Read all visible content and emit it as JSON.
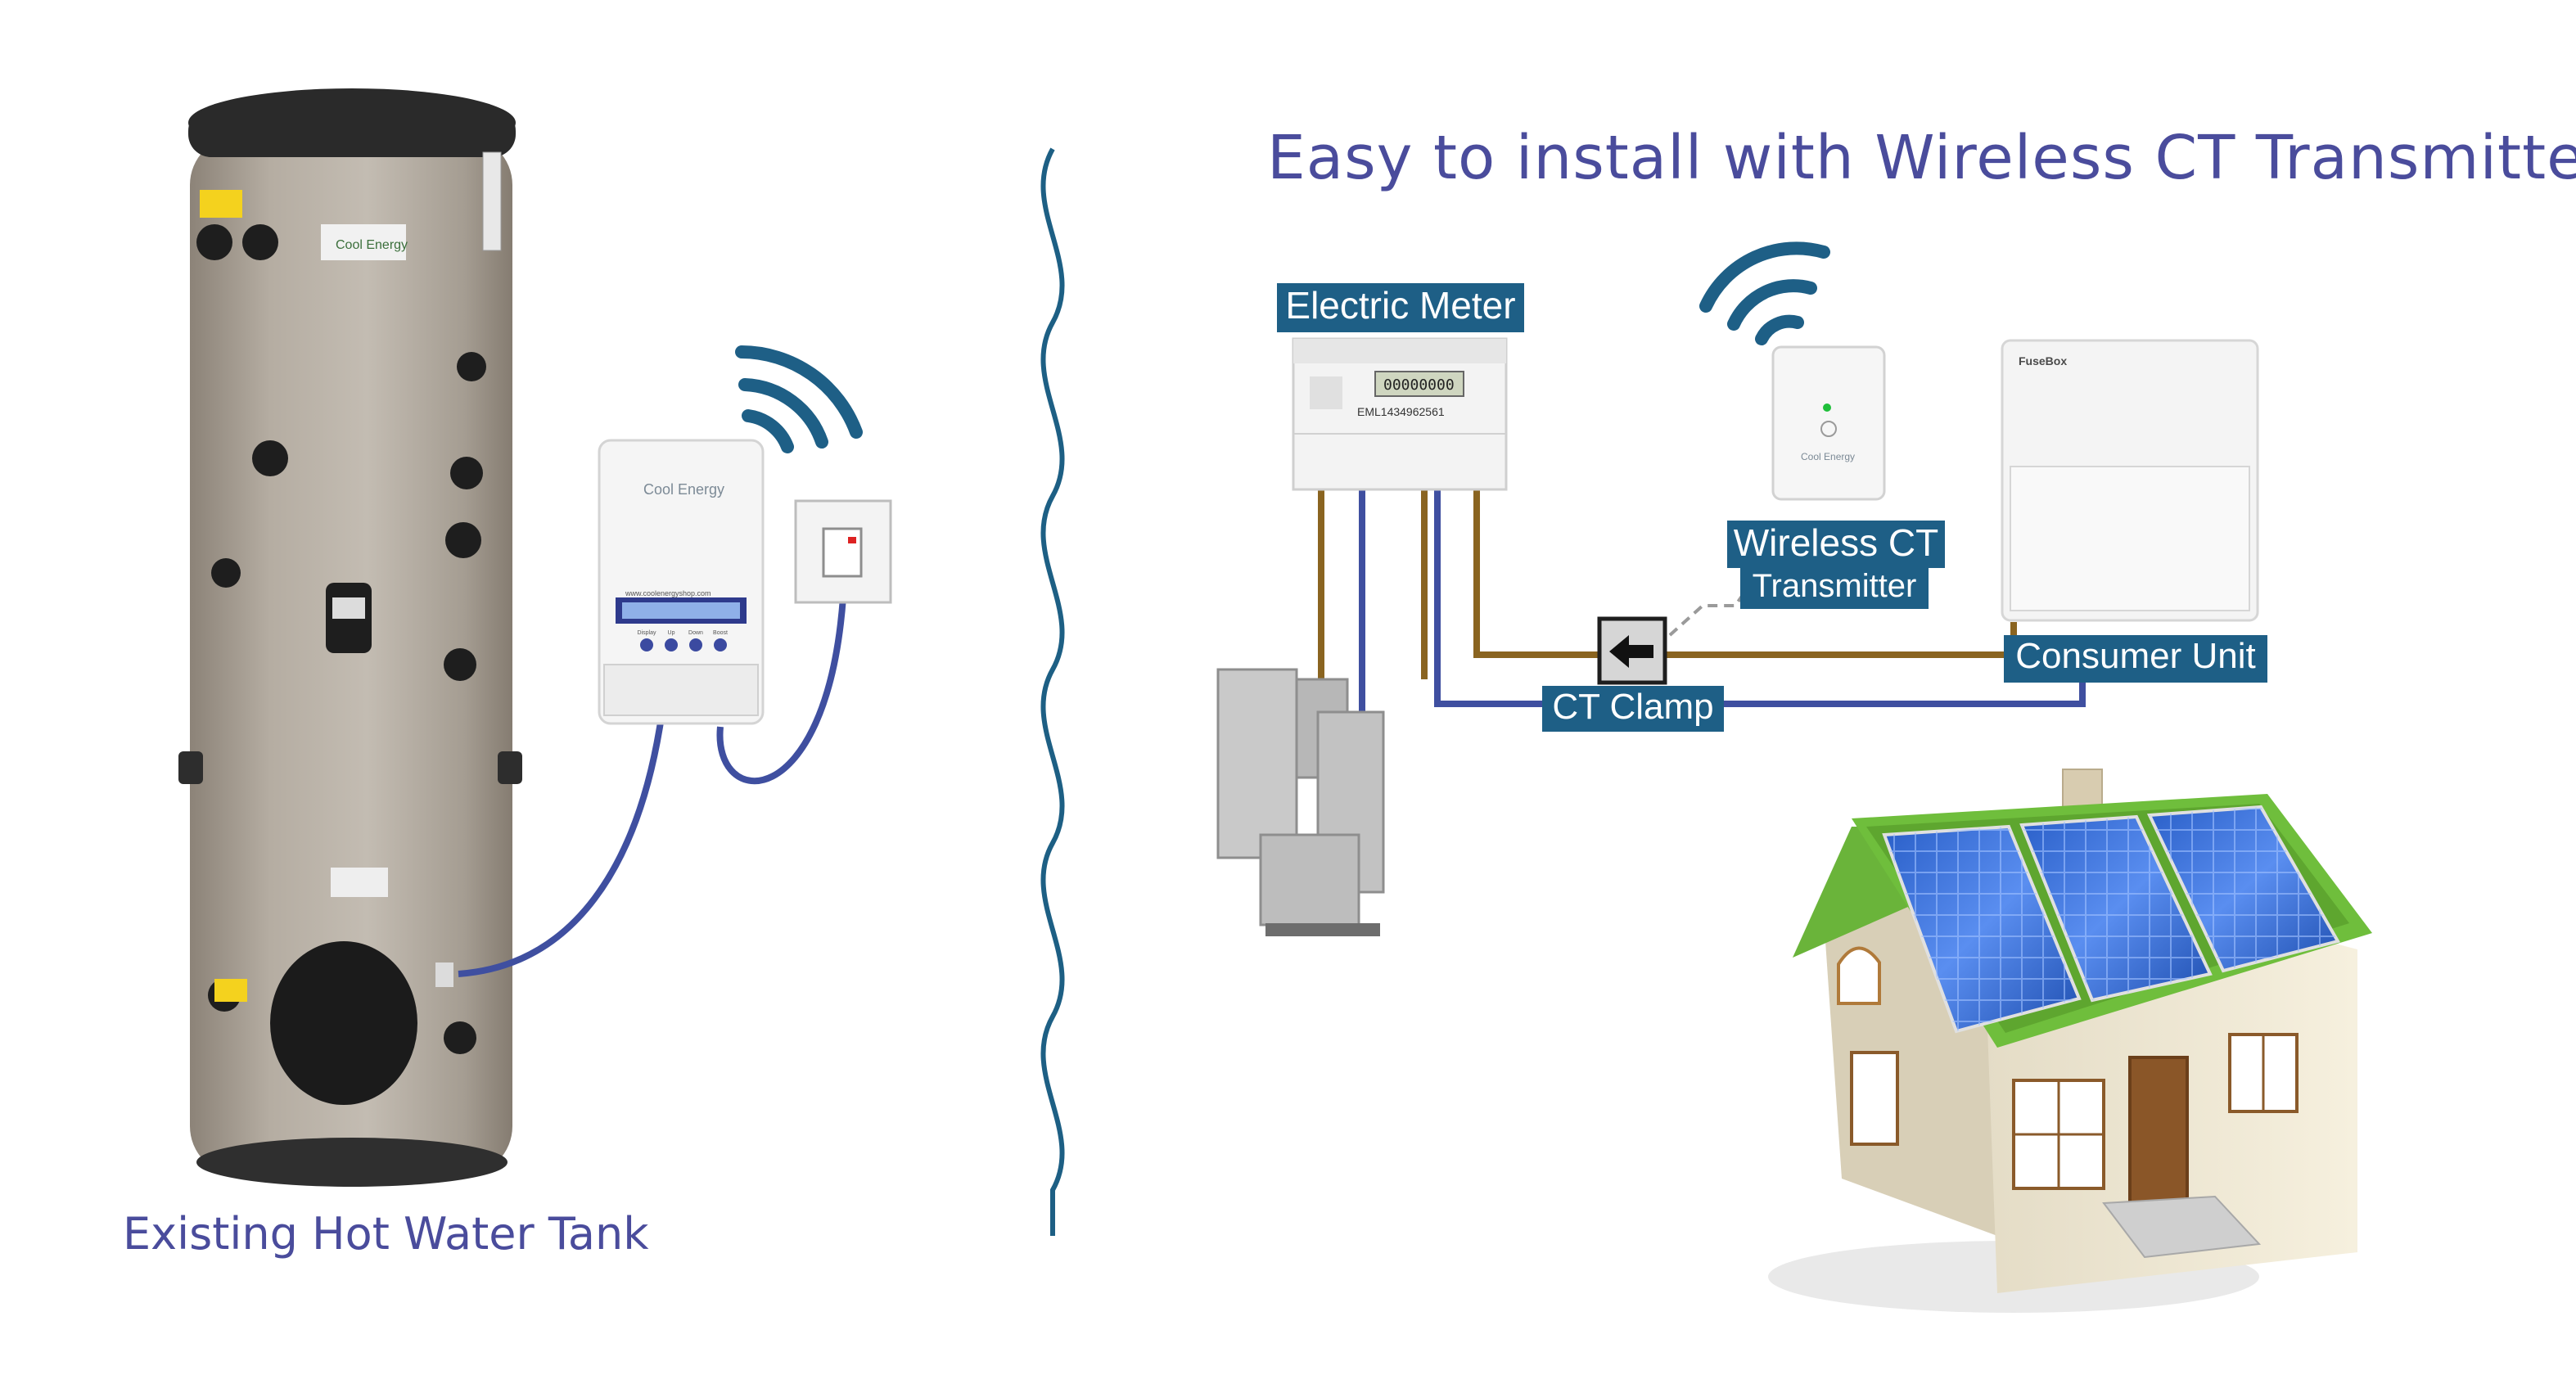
{
  "title": "Easy to install with Wireless CT Transmitter",
  "caption": "Existing Hot Water Tank",
  "labels": {
    "electric_meter": "Electric Meter",
    "wireless_ct_line1": "Wireless CT",
    "wireless_ct_line2": "Transmitter",
    "consumer_unit": "Consumer Unit",
    "ct_clamp": "CT Clamp"
  },
  "device_text": {
    "tank_brand": "Cool Energy",
    "controller_brand": "Cool Energy",
    "controller_url": "www.coolenergyshop.com",
    "controller_buttons": [
      "Display",
      "Up",
      "Down",
      "Boost"
    ],
    "meter_reading": "00000000",
    "meter_serial": "EML1434962561",
    "transmitter_brand": "Cool Energy",
    "fusebox_brand": "FuseBox"
  },
  "colors": {
    "label_bg": "#1e5f86",
    "text_accent": "#4a4c9c",
    "wire_brown": "#8a6420",
    "wire_blue": "#3f4fa0",
    "divider": "#1d5f84",
    "wifi": "#1e5f86"
  },
  "icons": [
    "wifi-signal-icon",
    "arrow-left-icon"
  ]
}
